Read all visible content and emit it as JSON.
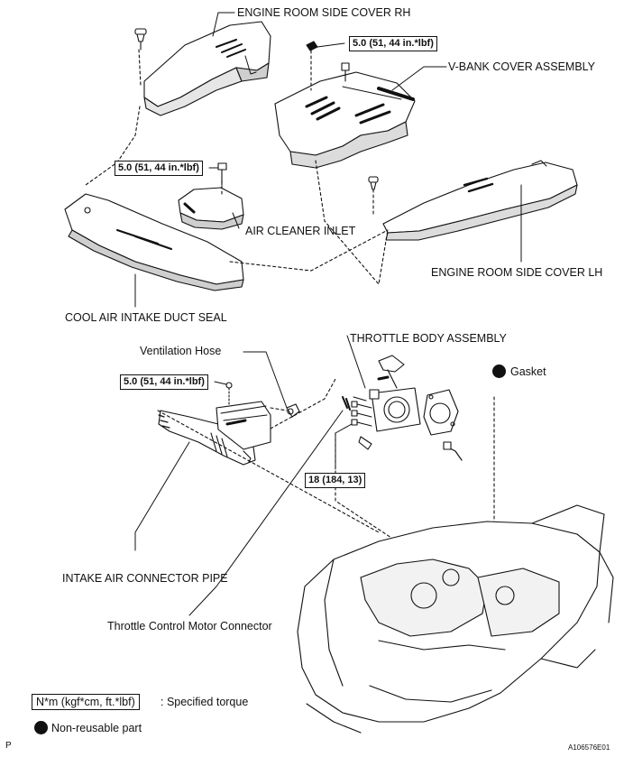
{
  "labels": {
    "engine_room_side_cover_rh": "ENGINE ROOM SIDE COVER RH",
    "v_bank_cover_assembly": "V-BANK COVER ASSEMBLY",
    "air_cleaner_inlet": "AIR CLEANER INLET",
    "engine_room_side_cover_lh": "ENGINE ROOM SIDE COVER LH",
    "cool_air_intake_duct_seal": "COOL AIR INTAKE DUCT SEAL",
    "throttle_body_assembly": "THROTTLE BODY ASSEMBLY",
    "ventilation_hose": "Ventilation Hose",
    "gasket": "Gasket",
    "intake_air_connector_pipe": "INTAKE AIR CONNECTOR PIPE",
    "throttle_control_motor_connector": "Throttle Control Motor Connector"
  },
  "torques": {
    "v_bank_nut": "5.0 (51, 44 in.*lbf)",
    "air_cleaner_bolt": "5.0 (51, 44 in.*lbf)",
    "connector_pipe_clamp": "5.0 (51, 44 in.*lbf)",
    "throttle_body_bolts": "18 (184, 13)"
  },
  "legend": {
    "unit_box": "N*m (kgf*cm, ft.*lbf)",
    "unit_desc": ": Specified torque",
    "non_reusable": "Non-reusable part"
  },
  "footer": {
    "left_mark": "P",
    "figure_id": "A106576E01"
  },
  "colors": {
    "ink": "#111111",
    "background": "#ffffff"
  }
}
